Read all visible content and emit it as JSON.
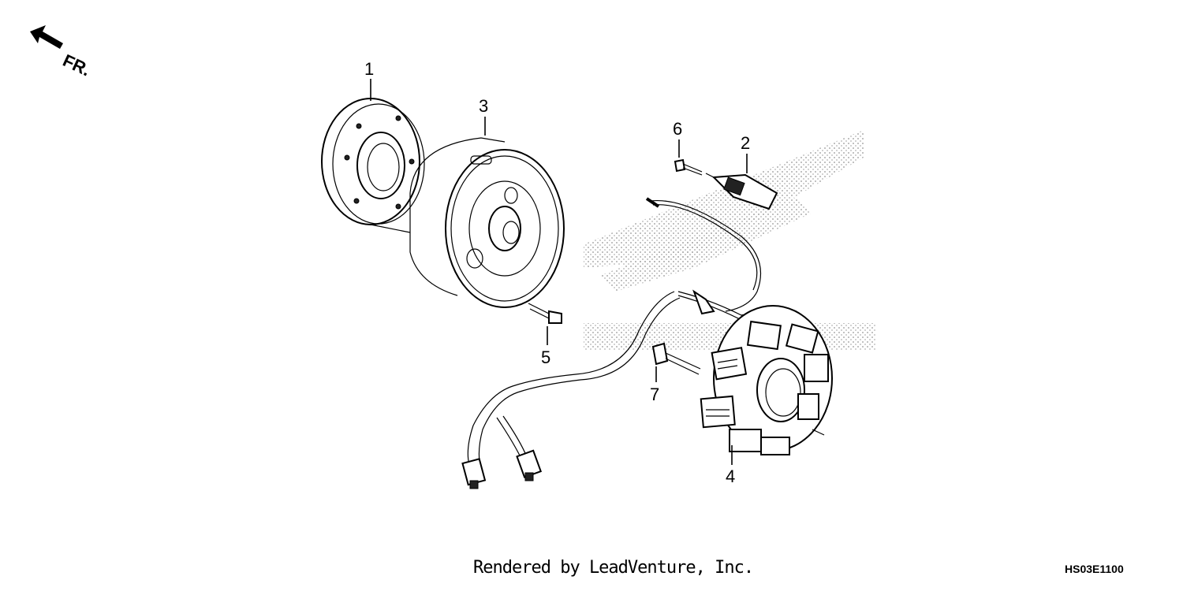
{
  "direction_label": "FR.",
  "callouts": [
    "1",
    "2",
    "3",
    "4",
    "5",
    "6",
    "7"
  ],
  "footer": {
    "credit": "Rendered by LeadVenture, Inc.",
    "code": "HS03E1100"
  }
}
